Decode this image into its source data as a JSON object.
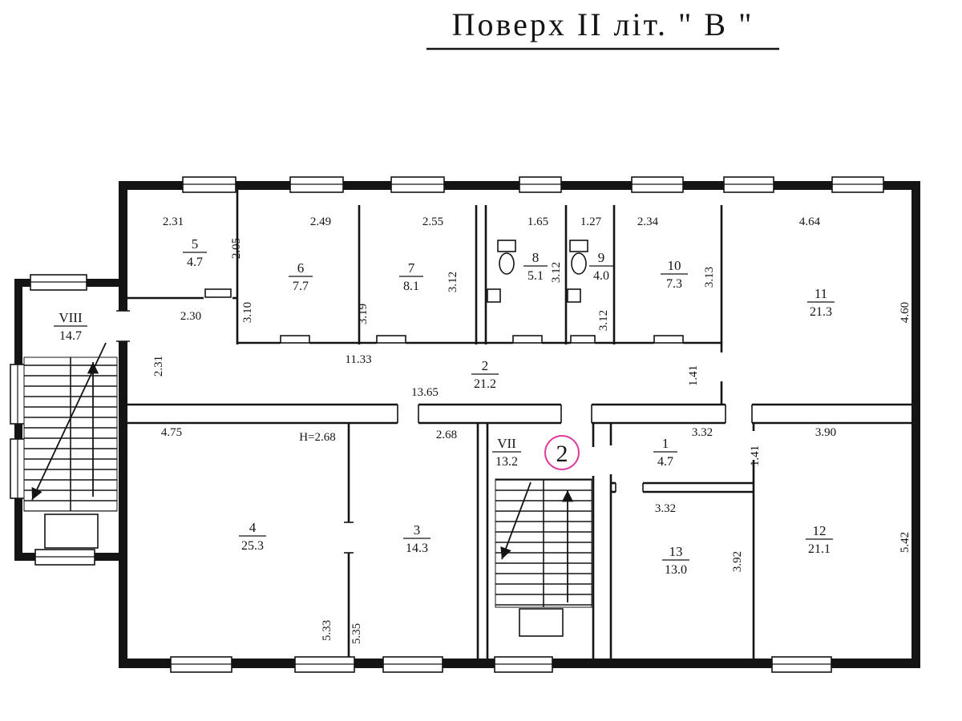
{
  "title": "Поверх II  літ. \" В \"",
  "rooms": {
    "r1": {
      "num": "1",
      "area": "4.7"
    },
    "r2": {
      "num": "2",
      "area": "21.2"
    },
    "r3": {
      "num": "3",
      "area": "14.3"
    },
    "r4": {
      "num": "4",
      "area": "25.3"
    },
    "r5": {
      "num": "5",
      "area": "4.7"
    },
    "r6": {
      "num": "6",
      "area": "7.7"
    },
    "r7": {
      "num": "7",
      "area": "8.1"
    },
    "r8": {
      "num": "8",
      "area": "5.1"
    },
    "r9": {
      "num": "9",
      "area": "4.0"
    },
    "r10": {
      "num": "10",
      "area": "7.3"
    },
    "r11": {
      "num": "11",
      "area": "21.3"
    },
    "r12": {
      "num": "12",
      "area": "21.1"
    },
    "r13": {
      "num": "13",
      "area": "13.0"
    },
    "stair_vii": {
      "num": "VII",
      "area": "13.2"
    },
    "stair_viii": {
      "num": "VIII",
      "area": "14.7"
    }
  },
  "dims": {
    "top_row": [
      "2.31",
      "2.49",
      "2.55",
      "1.65",
      "1.27",
      "2.34",
      "4.64"
    ],
    "upper_vertical": [
      "2.05",
      "3.10",
      "3.19",
      "3.12",
      "3.12",
      "3.12",
      "3.13",
      "4.60"
    ],
    "middle": [
      "2.30",
      "11.33",
      "13.65",
      "2.31",
      "1.41"
    ],
    "lower_row": [
      "4.75",
      "2.68",
      "3.32",
      "3.90",
      "3.32"
    ],
    "lower_vertical": [
      "1.41",
      "3.92",
      "5.42",
      "5.33",
      "5.35"
    ]
  },
  "annotations": {
    "ceiling_height": "Н=2.68",
    "floor_marker": "2"
  },
  "colors": {
    "ink": "#141414",
    "ceiling_height_text": "#5b87cc",
    "floor_marker_circle": "#e0379b"
  }
}
